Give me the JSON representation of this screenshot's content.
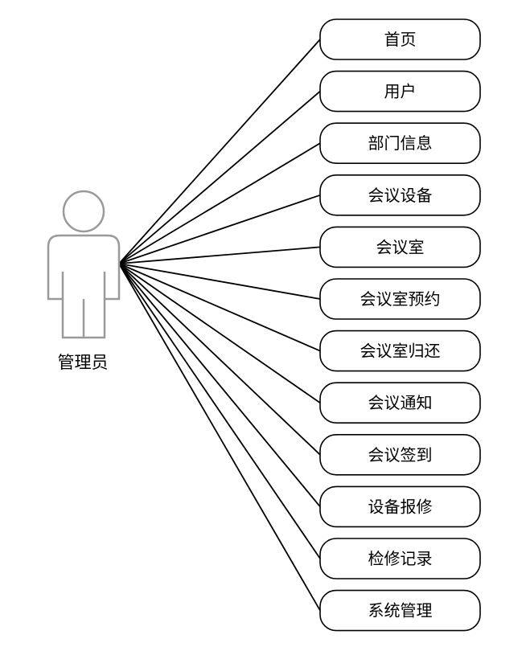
{
  "actor": {
    "name": "管理员",
    "icon": "person-icon"
  },
  "use_cases": [
    "首页",
    "用户",
    "部门信息",
    "会议设备",
    "会议室",
    "会议室预约",
    "会议室归还",
    "会议通知",
    "会议签到",
    "设备报修",
    "检修记录",
    "系统管理"
  ],
  "colors": {
    "line": "#000000",
    "actor_outline": "#9a9a9a",
    "box_fill": "#ffffff"
  }
}
